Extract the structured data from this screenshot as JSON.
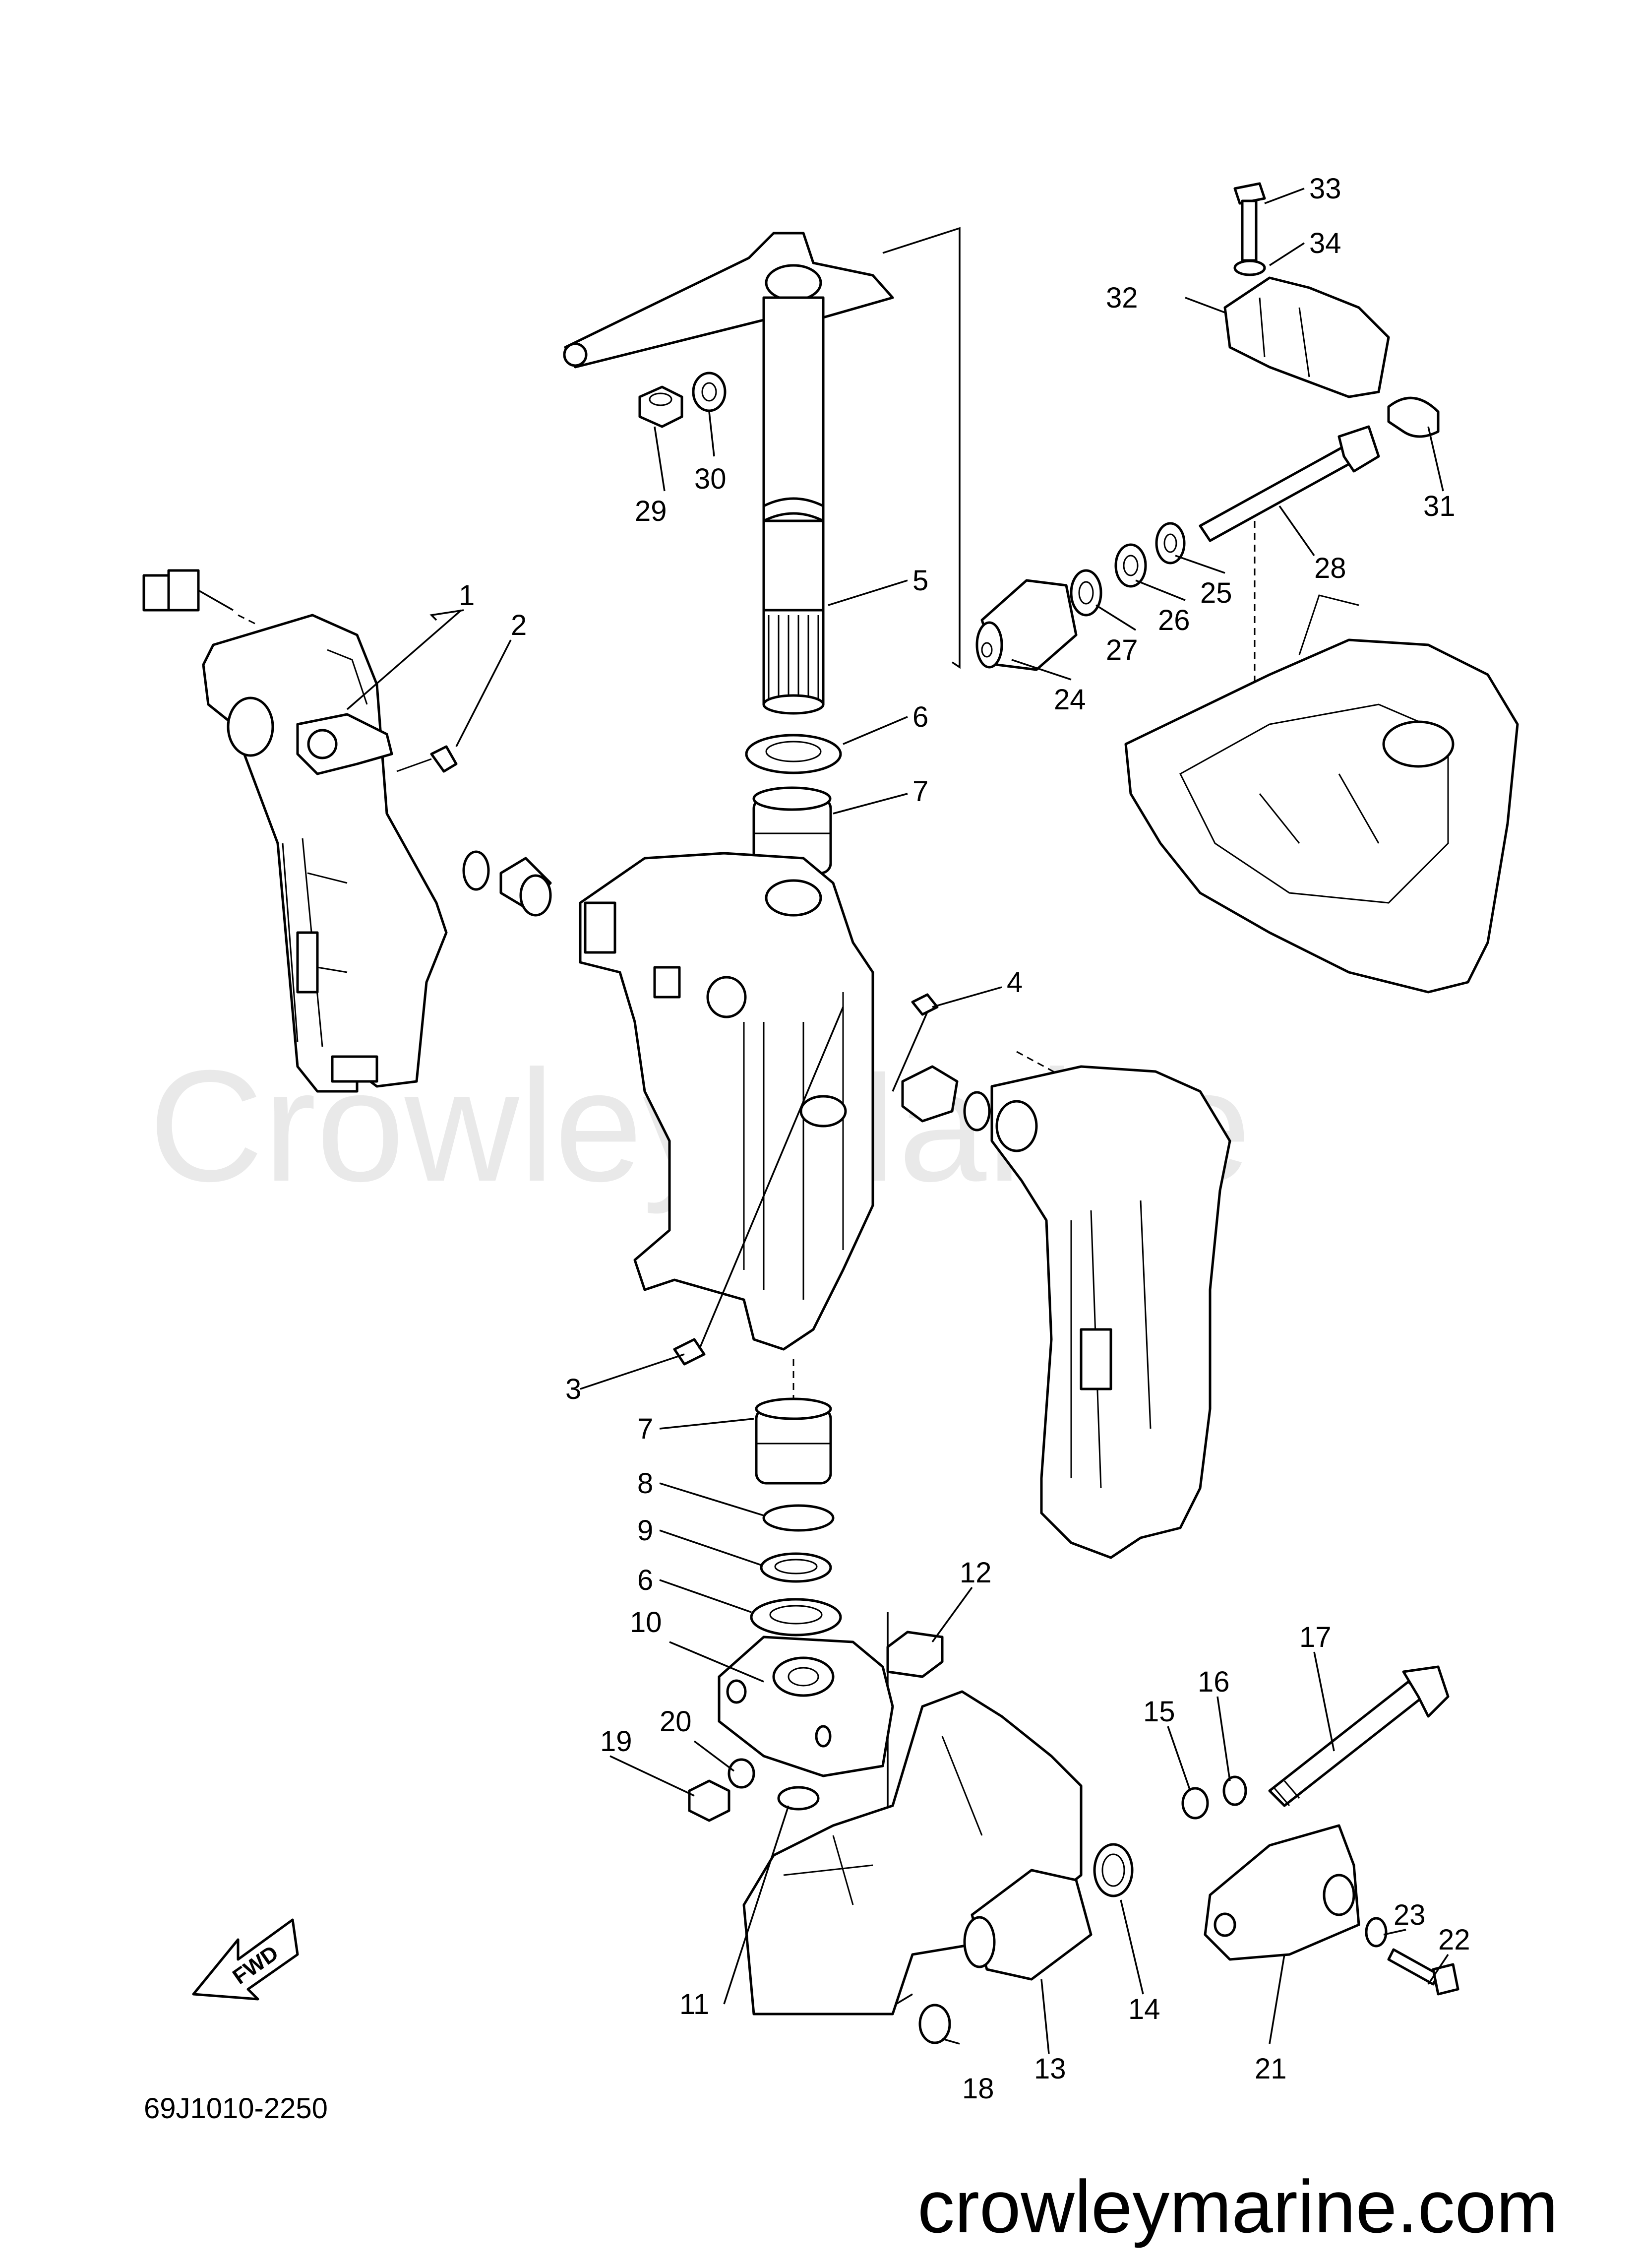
{
  "watermark": "Crowley Marine",
  "diagram_code": "69J1010-2250",
  "website": "crowleymarine.com",
  "fwd_label": "FWD",
  "callouts": [
    {
      "id": "1",
      "label": "1"
    },
    {
      "id": "2",
      "label": "2"
    },
    {
      "id": "3",
      "label": "3"
    },
    {
      "id": "4",
      "label": "4"
    },
    {
      "id": "5",
      "label": "5"
    },
    {
      "id": "6a",
      "label": "6"
    },
    {
      "id": "7a",
      "label": "7"
    },
    {
      "id": "7b",
      "label": "7"
    },
    {
      "id": "8",
      "label": "8"
    },
    {
      "id": "9",
      "label": "9"
    },
    {
      "id": "6b",
      "label": "6"
    },
    {
      "id": "10",
      "label": "10"
    },
    {
      "id": "11",
      "label": "11"
    },
    {
      "id": "12",
      "label": "12"
    },
    {
      "id": "13",
      "label": "13"
    },
    {
      "id": "14",
      "label": "14"
    },
    {
      "id": "15",
      "label": "15"
    },
    {
      "id": "16",
      "label": "16"
    },
    {
      "id": "17",
      "label": "17"
    },
    {
      "id": "18",
      "label": "18"
    },
    {
      "id": "19",
      "label": "19"
    },
    {
      "id": "20",
      "label": "20"
    },
    {
      "id": "21",
      "label": "21"
    },
    {
      "id": "22",
      "label": "22"
    },
    {
      "id": "23",
      "label": "23"
    },
    {
      "id": "24",
      "label": "24"
    },
    {
      "id": "25",
      "label": "25"
    },
    {
      "id": "26",
      "label": "26"
    },
    {
      "id": "27",
      "label": "27"
    },
    {
      "id": "28",
      "label": "28"
    },
    {
      "id": "29",
      "label": "29"
    },
    {
      "id": "30",
      "label": "30"
    },
    {
      "id": "31",
      "label": "31"
    },
    {
      "id": "32",
      "label": "32"
    },
    {
      "id": "33",
      "label": "33"
    },
    {
      "id": "34",
      "label": "34"
    }
  ]
}
